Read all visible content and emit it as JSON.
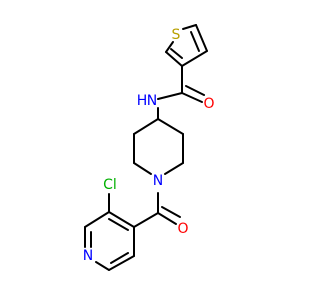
{
  "colors": {
    "bond": "#000000",
    "carbon": "#000000",
    "sulfur": "#b8a000",
    "oxygen": "#ff0000",
    "nitrogen": "#0000ff",
    "chlorine": "#00b000"
  },
  "atoms": {
    "S": "S",
    "O_amide": "O",
    "NH": "N",
    "H": "H",
    "N_piperidine": "N",
    "O_carbonyl": "O",
    "Cl": "Cl",
    "N_pyridine": "N"
  }
}
